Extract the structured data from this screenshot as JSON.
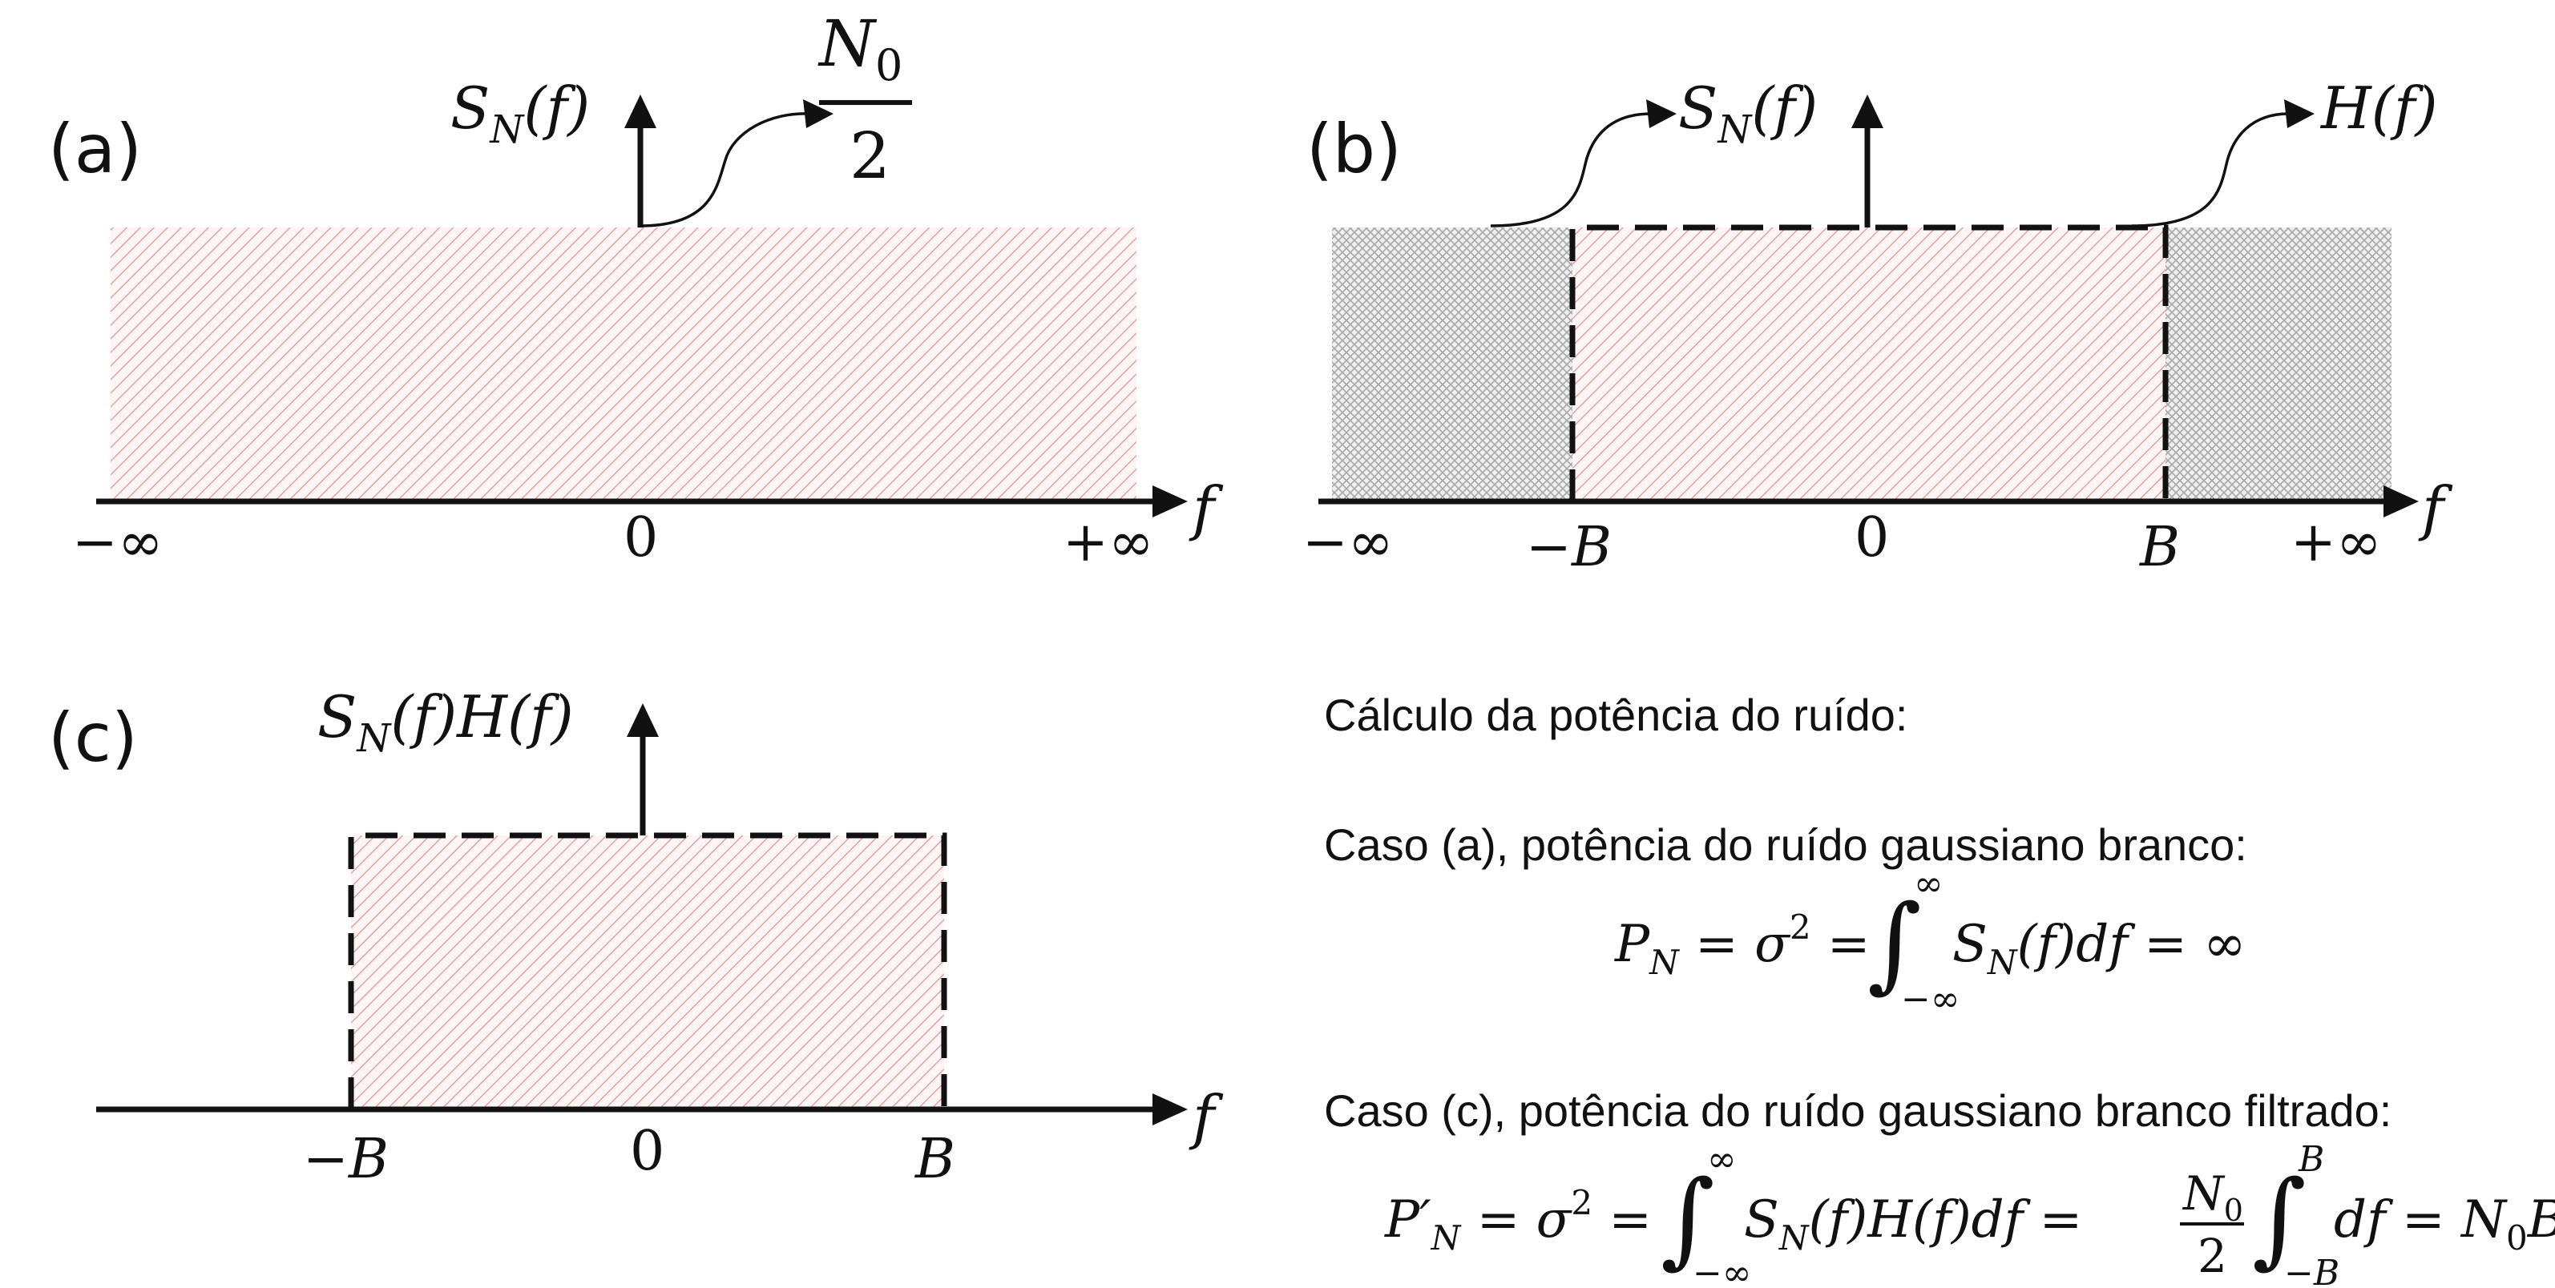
{
  "panels": {
    "a": {
      "label": "(a)",
      "axis_var": "f",
      "ticks": {
        "left": "−∞",
        "zero": "0",
        "right": "+∞"
      },
      "ylabel": {
        "main": "S",
        "sub": "N",
        "rest": "(f)"
      },
      "level": {
        "num": "N",
        "num_sub": "0",
        "den": "2"
      }
    },
    "b": {
      "label": "(b)",
      "axis_var": "f",
      "ticks": {
        "left": "−∞",
        "negB": "−B",
        "zero": "0",
        "B": "B",
        "right": "+∞"
      },
      "ylabel": {
        "main": "S",
        "sub": "N",
        "rest": "(f)"
      },
      "filter_label": "H(f)"
    },
    "c": {
      "label": "(c)",
      "axis_var": "f",
      "ticks": {
        "negB": "−B",
        "zero": "0",
        "B": "B"
      },
      "ylabel": {
        "main": "S",
        "sub": "N",
        "rest": "(f)H(f)"
      }
    }
  },
  "text": {
    "heading": "Cálculo da potência do ruído:",
    "case_a": "Caso (a), potência do ruído gaussiano branco:",
    "case_c": "Caso (c), potência do ruído gaussiano branco filtrado:"
  },
  "equations": {
    "eq_a": {
      "lhs": "P",
      "lhs_sub": "N",
      "sigma": " = σ",
      "sigma_sup": "2",
      "eq": " = ",
      "int_upper": "∞",
      "int_lower": "−∞",
      "integrand": "S",
      "integrand_sub": "N",
      "integrand_rest": "(f)df = ∞"
    },
    "eq_c": {
      "lhs": "P′",
      "lhs_sub": "N",
      "sigma": " = σ",
      "sigma_sup": "2",
      "eq": " = ",
      "int1_upper": "∞",
      "int1_lower": "−∞",
      "integrand": "S",
      "integrand_sub": "N",
      "integrand_rest": "(f)H(f)df = ",
      "frac_num": "N",
      "frac_num_sub": "0",
      "frac_den": "2",
      "int2_upper": "B",
      "int2_lower": "−B",
      "tail": "df = N",
      "tail_sub": "0",
      "tail_end": "B"
    }
  },
  "colors": {
    "noise_hatch": "#e3a3a3",
    "filter_stop_hatch": "#9c9c9c",
    "ink": "#111111"
  }
}
